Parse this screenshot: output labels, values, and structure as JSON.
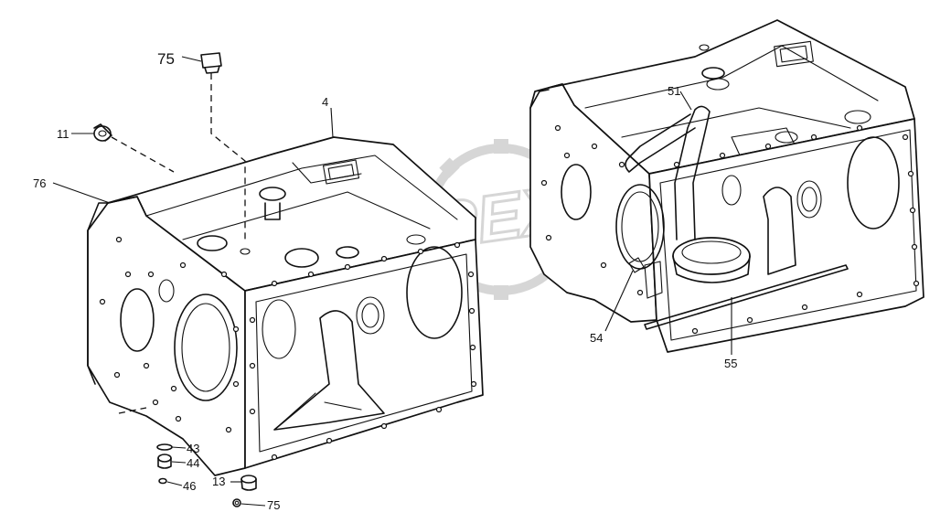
{
  "diagram": {
    "watermark": "OPEX",
    "labels": [
      {
        "id": "75",
        "text": "75"
      },
      {
        "id": "11",
        "text": "11"
      },
      {
        "id": "76",
        "text": "76"
      },
      {
        "id": "4",
        "text": "4"
      },
      {
        "id": "43",
        "text": "43"
      },
      {
        "id": "44",
        "text": "44"
      },
      {
        "id": "46",
        "text": "46"
      },
      {
        "id": "13",
        "text": "13"
      },
      {
        "id": "75b",
        "text": "75"
      },
      {
        "id": "51",
        "text": "51"
      },
      {
        "id": "54",
        "text": "54"
      },
      {
        "id": "55",
        "text": "55"
      }
    ]
  }
}
